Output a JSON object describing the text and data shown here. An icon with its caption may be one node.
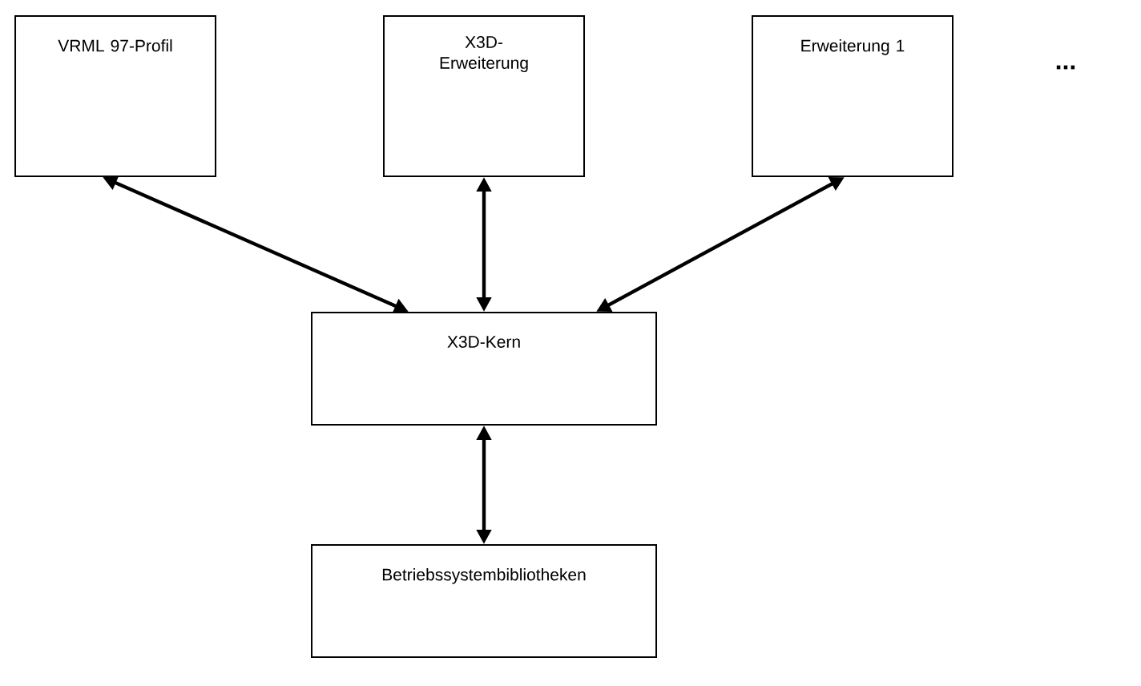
{
  "diagram": {
    "nodes": [
      {
        "text": [
          "VRML 97-Profil"
        ]
      },
      {
        "text": [
          "X3D-Erweiterung"
        ]
      },
      {
        "text": [
          "Erweiterung 1"
        ]
      },
      {
        "text": [
          "X3D-Kern"
        ]
      },
      {
        "text": [
          "Betriebssystembibliotheken"
        ]
      }
    ],
    "edges": [
      {
        "from": 0,
        "to": 3,
        "arrow": "both"
      },
      {
        "from": 1,
        "to": 3,
        "arrow": "both"
      },
      {
        "from": 2,
        "to": 3,
        "arrow": "both"
      },
      {
        "from": 3,
        "to": 4,
        "arrow": "both"
      }
    ],
    "labels": [
      "..."
    ]
  }
}
